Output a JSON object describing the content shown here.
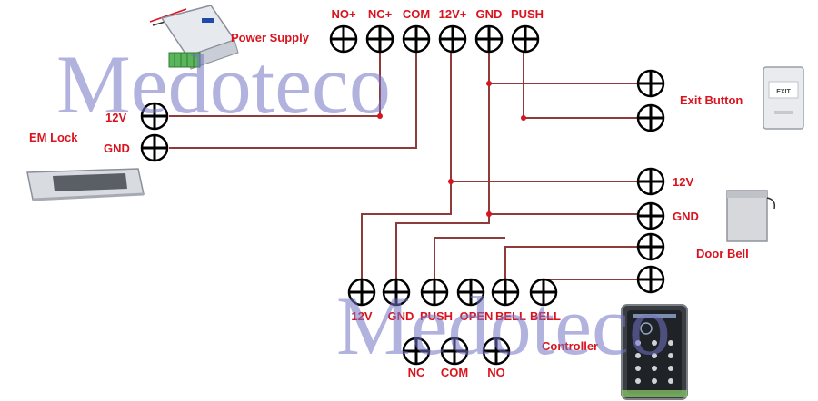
{
  "watermark": "Medoteco",
  "colors": {
    "label": "#d9141e",
    "wire": "#8e3b3b",
    "watermark": "#7474c6",
    "terminal": "#000000"
  },
  "power_supply": {
    "title": "Power Supply",
    "terminals": [
      "NO+",
      "NC+",
      "COM",
      "12V+",
      "GND",
      "PUSH"
    ]
  },
  "em_lock": {
    "title": "EM Lock",
    "terminals": [
      "12V",
      "GND"
    ]
  },
  "exit_button": {
    "title": "Exit Button",
    "device_text": "EXIT"
  },
  "door_bell": {
    "title": "Door Bell",
    "terminals": [
      "12V",
      "GND"
    ]
  },
  "controller": {
    "title": "Controller",
    "top_row": [
      "12V",
      "GND",
      "PUSH",
      "OPEN",
      "BELL",
      "BELL"
    ],
    "bottom_row": [
      "NC",
      "COM",
      "NO"
    ]
  }
}
